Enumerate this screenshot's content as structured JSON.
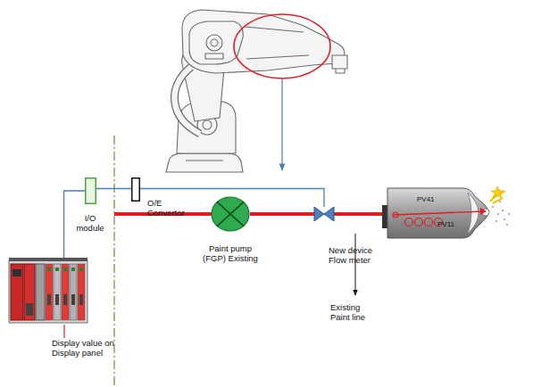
{
  "diagram": {
    "nodes": [
      {
        "text": [
          "Display value on Display panel"
        ]
      },
      {
        "text": [
          "I/O module"
        ]
      },
      {
        "text": [
          "O/E Convertor"
        ]
      },
      {
        "text": [
          "Paint pump (FGP) Existing"
        ]
      },
      {
        "text": [
          "New device Flow meter"
        ]
      },
      {
        "text": [
          "PV41",
          "PV11"
        ]
      }
    ],
    "edges": [
      {
        "from": 0,
        "to": 1,
        "arrow": "none"
      },
      {
        "from": 1,
        "to": 2,
        "arrow": "none"
      },
      {
        "from": 2,
        "to": 4,
        "arrow": "none"
      },
      {
        "from": 3,
        "to": 4,
        "arrow": "none"
      },
      {
        "from": 4,
        "to": 5,
        "arrow": "none"
      }
    ],
    "labels": [
      "Existing Paint line"
    ]
  }
}
